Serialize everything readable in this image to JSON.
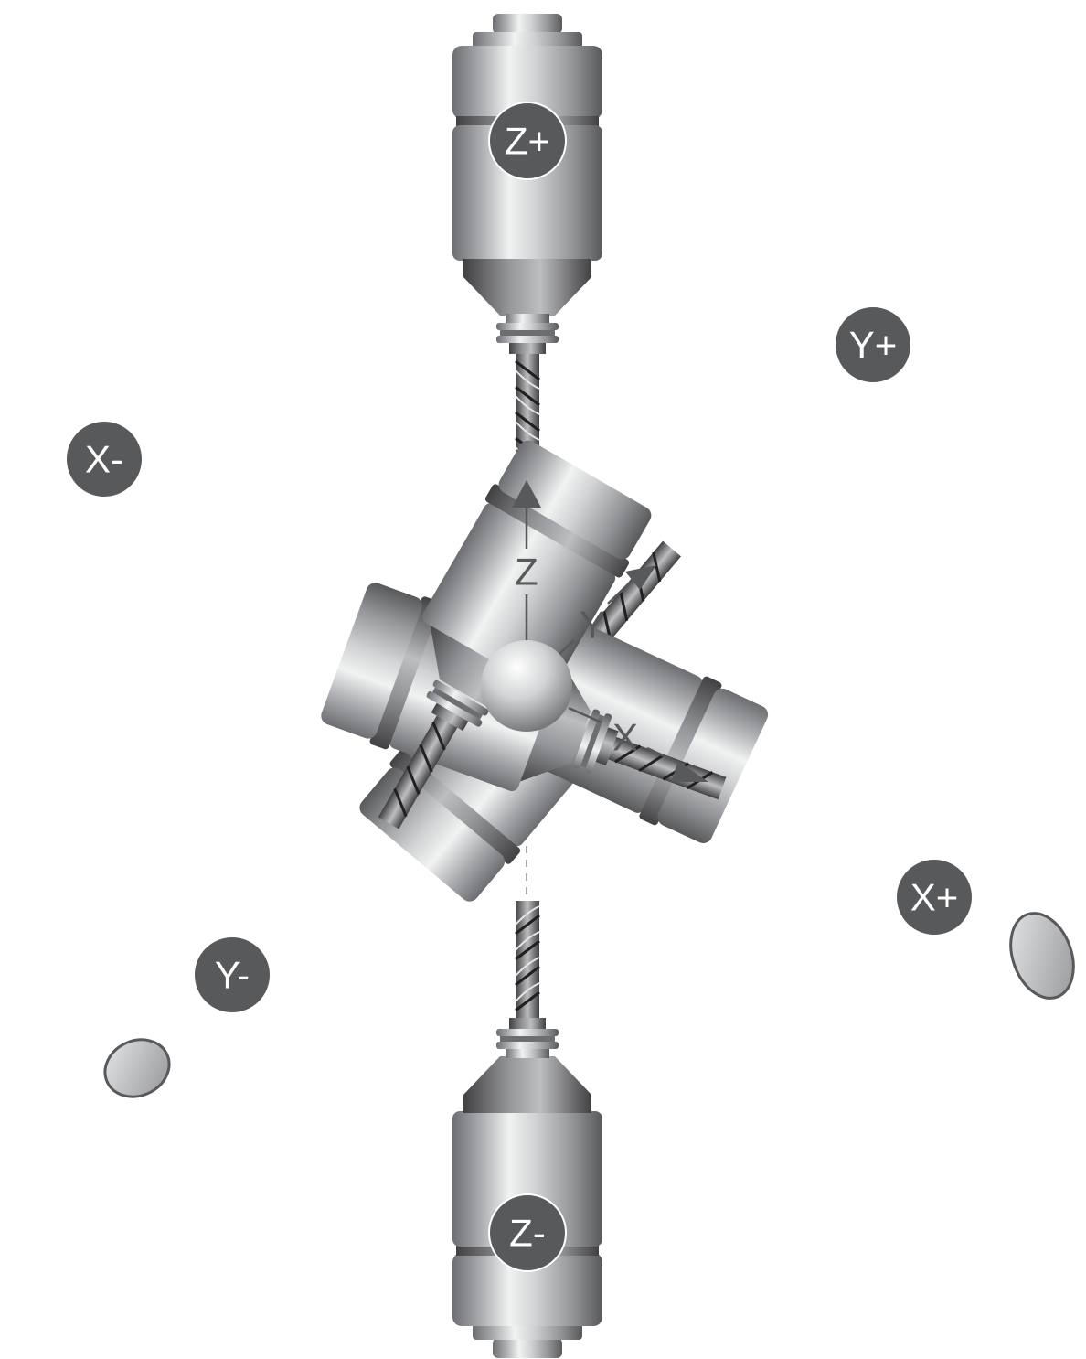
{
  "axes": {
    "z": "Z",
    "y": "Y",
    "x": "X"
  },
  "spindles": {
    "z_plus": "Z+",
    "y_plus": "Y+",
    "x_minus": "X-",
    "x_plus": "X+",
    "y_minus": "Y-",
    "z_minus": "Z-"
  },
  "colors": {
    "badge": "#58595b",
    "axis_line": "#58595b",
    "dashed_line": "#a7a9ac",
    "metal_light": "#f1f2f2",
    "metal_dark": "#6d6e71"
  }
}
